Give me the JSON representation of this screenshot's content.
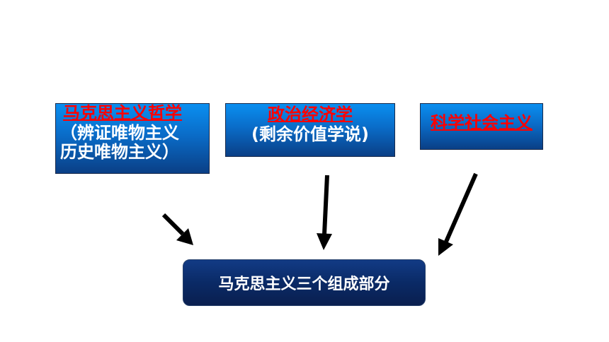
{
  "boxes": {
    "philosophy": {
      "title": "马克思主义哲学",
      "line1": "（辨证唯物主义",
      "line2": "历史唯物主义）"
    },
    "economics": {
      "title": "政治经济学",
      "line1": "(剩余价值学说)"
    },
    "socialism": {
      "title": "科学社会主义"
    }
  },
  "bottom": {
    "label": "马克思主义三个组成部分"
  },
  "colors": {
    "title_text": "#ff0000",
    "box_gradient_top": "#0a8ff0",
    "box_gradient_bottom": "#0a3f86",
    "bottom_box": "#0a2a66",
    "arrow": "#000000"
  }
}
